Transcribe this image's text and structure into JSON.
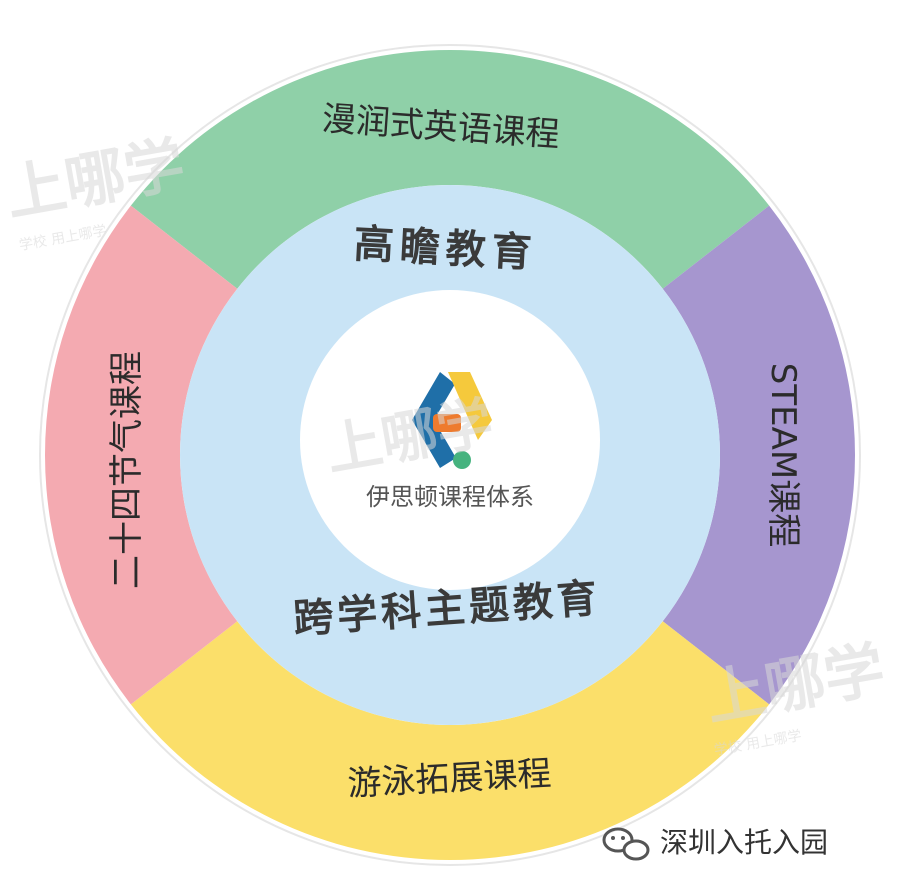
{
  "diagram": {
    "outer_segments": [
      {
        "label": "漫润式英语课程",
        "color": "#8fd0a8"
      },
      {
        "label": "STEAM课程",
        "color": "#a696cf"
      },
      {
        "label": "游泳拓展课程",
        "color": "#fbdf6a"
      },
      {
        "label": "二十四节气课程",
        "color": "#f4aab1"
      }
    ],
    "inner_ring": {
      "top_label": "高瞻教育",
      "bottom_label": "跨学科主题教育",
      "color": "#c9e4f6"
    },
    "center": {
      "label": "伊思顿课程体系",
      "logo_icon": "yisidun-logo-icon"
    }
  },
  "watermarks": {
    "text": "上哪学",
    "subtext": "学校 用上哪学"
  },
  "footer": {
    "icon": "wechat-icon",
    "text": "深圳入托入园"
  }
}
